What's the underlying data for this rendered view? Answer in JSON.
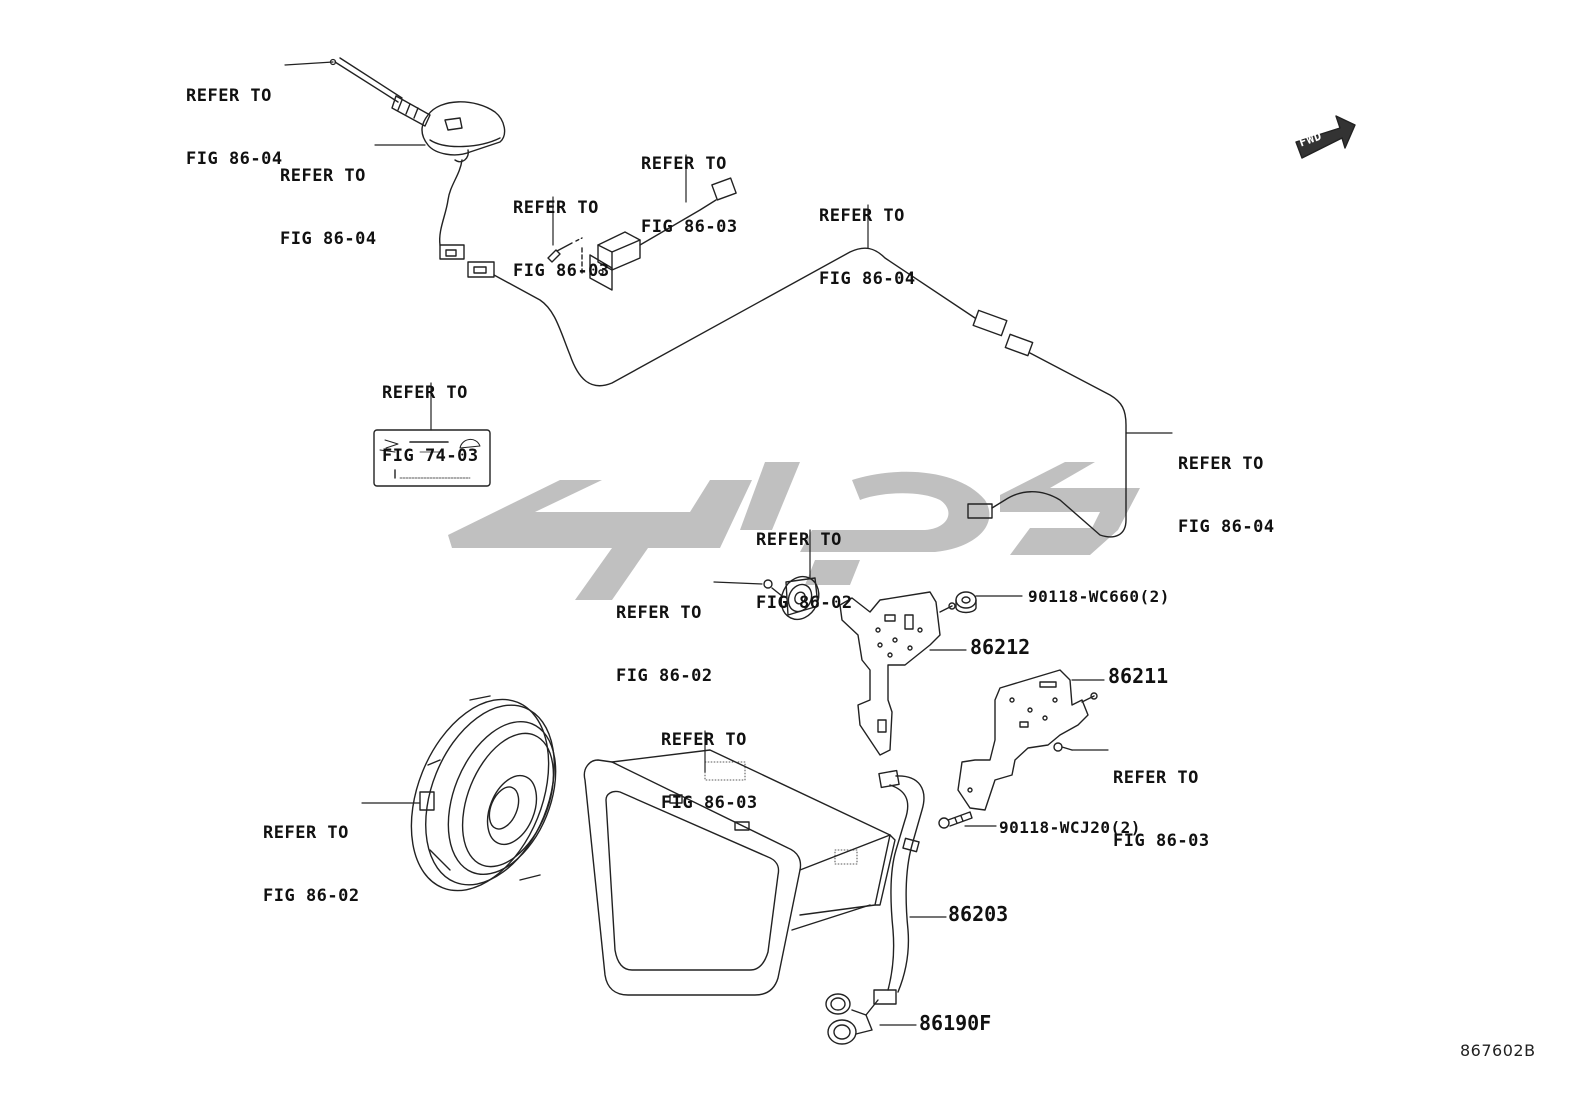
{
  "refs": {
    "antenna_rod": [
      "REFER TO",
      "FIG 86-04"
    ],
    "antenna_base": [
      "REFER TO",
      "FIG 86-04"
    ],
    "screw_top": [
      "REFER TO",
      "FIG 86-03"
    ],
    "switch_top": [
      "REFER TO",
      "FIG 86-03"
    ],
    "cable_top": [
      "REFER TO",
      "FIG 86-04"
    ],
    "label_card": [
      "REFER TO",
      "FIG 74-03"
    ],
    "cable_right": [
      "REFER TO",
      "FIG 86-04"
    ],
    "tweeter": [
      "REFER TO",
      "FIG 86-02"
    ],
    "tweeter_screw": [
      "REFER TO",
      "FIG 86-02"
    ],
    "bracket_screw": [
      "REFER TO",
      "FIG 86-03"
    ],
    "head_unit": [
      "REFER TO",
      "FIG 86-03"
    ],
    "speaker": [
      "REFER TO",
      "FIG 86-02"
    ]
  },
  "parts": {
    "nut": "90118-WC660(2)",
    "bracket_left": "86212",
    "bracket_right": "86211",
    "screw": "90118-WCJ20(2)",
    "harness": "86203",
    "usb": "86190F"
  },
  "fwd_label": "FWD",
  "figure_code": "867602B",
  "colors": {
    "line": "#222222",
    "watermark": "#bdbdbd"
  }
}
